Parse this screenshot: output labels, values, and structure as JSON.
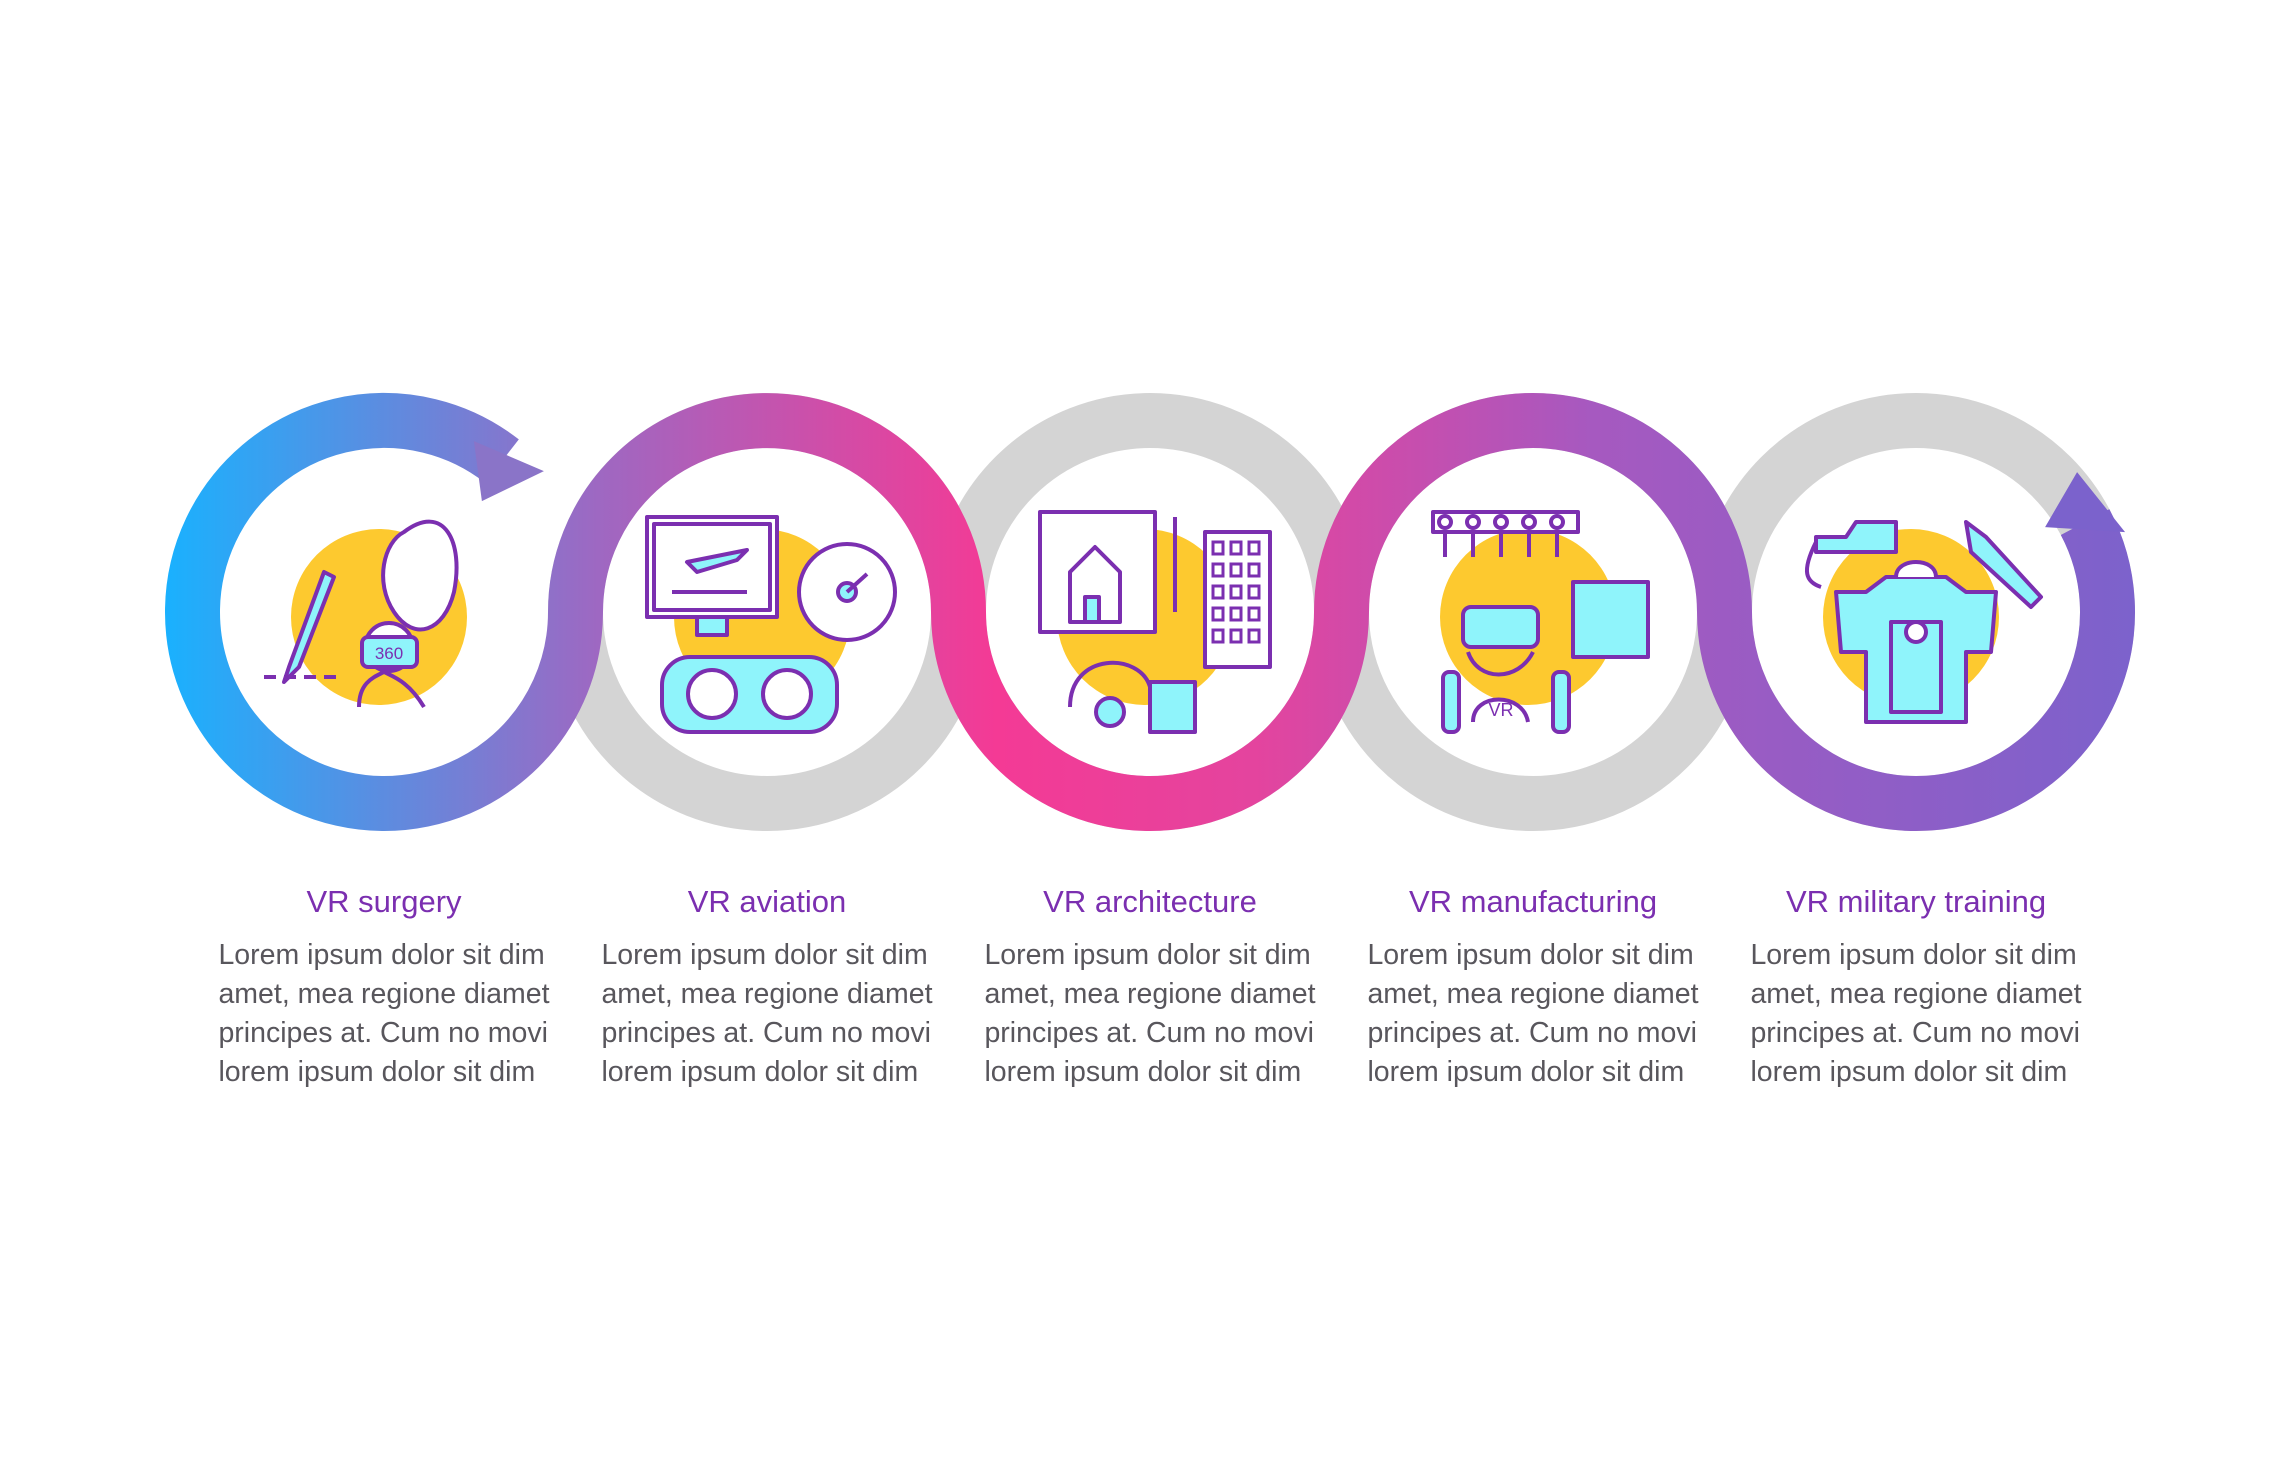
{
  "colors": {
    "gradient_start": "#18b2ff",
    "gradient_purple": "#9e68c2",
    "gradient_pink": "#f43a95",
    "gradient_end": "#7b62cc",
    "ring_gray": "#d4d4d4",
    "blob_yellow": "#fdc92f",
    "icon_stroke": "#7b2fb0",
    "icon_fill": "#8ff4fb",
    "title_color": "#7b2fb0",
    "body_color": "#58565c"
  },
  "steps": [
    {
      "title": "VR surgery",
      "icon": "surgery-icon",
      "lines": [
        "Lorem ipsum dolor sit dim",
        "amet, mea regione diamet",
        "principes at. Cum no movi",
        "lorem ipsum dolor sit dim"
      ],
      "badge": "360"
    },
    {
      "title": "VR aviation",
      "icon": "aviation-icon",
      "lines": [
        "Lorem ipsum dolor sit dim",
        "amet, mea regione diamet",
        "principes at. Cum no movi",
        "lorem ipsum dolor sit dim"
      ]
    },
    {
      "title": "VR architecture",
      "icon": "architecture-icon",
      "lines": [
        "Lorem ipsum dolor sit dim",
        "amet, mea regione diamet",
        "principes at. Cum no movi",
        "lorem ipsum dolor sit dim"
      ]
    },
    {
      "title": "VR manufacturing",
      "icon": "manufacturing-icon",
      "lines": [
        "Lorem ipsum dolor sit dim",
        "amet, mea regione diamet",
        "principes at. Cum no movi",
        "lorem ipsum dolor sit dim"
      ],
      "badge": "VR"
    },
    {
      "title": "VR military training",
      "icon": "military-training-icon",
      "lines": [
        "Lorem ipsum dolor sit dim",
        "amet, mea regione diamet",
        "principes at. Cum no movi",
        "lorem ipsum dolor sit dim"
      ]
    }
  ]
}
